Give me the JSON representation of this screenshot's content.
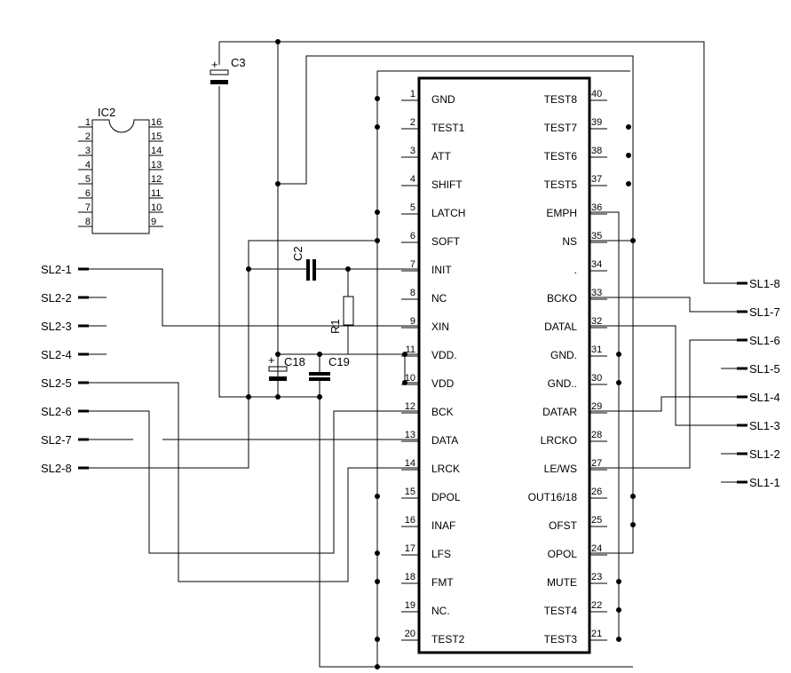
{
  "title": "",
  "main_ic": {
    "left_pins": [
      {
        "num": "1",
        "name": "GND"
      },
      {
        "num": "2",
        "name": "TEST1"
      },
      {
        "num": "3",
        "name": "ATT"
      },
      {
        "num": "4",
        "name": "SHIFT"
      },
      {
        "num": "5",
        "name": "LATCH"
      },
      {
        "num": "6",
        "name": "SOFT"
      },
      {
        "num": "7",
        "name": "INIT"
      },
      {
        "num": "8",
        "name": "NC"
      },
      {
        "num": "9",
        "name": "XIN"
      },
      {
        "num": "11",
        "name": "VDD."
      },
      {
        "num": "10",
        "name": "VDD"
      },
      {
        "num": "12",
        "name": "BCK"
      },
      {
        "num": "13",
        "name": "DATA"
      },
      {
        "num": "14",
        "name": "LRCK"
      },
      {
        "num": "15",
        "name": "DPOL"
      },
      {
        "num": "16",
        "name": "INAF"
      },
      {
        "num": "17",
        "name": "LFS"
      },
      {
        "num": "18",
        "name": "FMT"
      },
      {
        "num": "19",
        "name": "NC."
      },
      {
        "num": "20",
        "name": "TEST2"
      }
    ],
    "right_pins": [
      {
        "num": "40",
        "name": "TEST8"
      },
      {
        "num": "39",
        "name": "TEST7"
      },
      {
        "num": "38",
        "name": "TEST6"
      },
      {
        "num": "37",
        "name": "TEST5"
      },
      {
        "num": "36",
        "name": "EMPH"
      },
      {
        "num": "35",
        "name": "NS"
      },
      {
        "num": "34",
        "name": "."
      },
      {
        "num": "33",
        "name": "BCKO"
      },
      {
        "num": "32",
        "name": "DATAL"
      },
      {
        "num": "31",
        "name": "GND."
      },
      {
        "num": "30",
        "name": "GND.."
      },
      {
        "num": "29",
        "name": "DATAR"
      },
      {
        "num": "28",
        "name": "LRCKO"
      },
      {
        "num": "27",
        "name": "LE/WS"
      },
      {
        "num": "26",
        "name": "OUT16/18"
      },
      {
        "num": "25",
        "name": "OFST"
      },
      {
        "num": "24",
        "name": "OPOL"
      },
      {
        "num": "23",
        "name": "MUTE"
      },
      {
        "num": "22",
        "name": "TEST4"
      },
      {
        "num": "21",
        "name": "TEST3"
      }
    ]
  },
  "ic2": {
    "label": "IC2",
    "left_nums": [
      "1",
      "2",
      "3",
      "4",
      "5",
      "6",
      "7",
      "8"
    ],
    "right_nums": [
      "16",
      "15",
      "14",
      "13",
      "12",
      "11",
      "10",
      "9"
    ]
  },
  "components": {
    "c3": "C3",
    "c2": "C2",
    "r1": "R1",
    "c18": "C18",
    "c19": "C19",
    "plus": "+"
  },
  "connectors": {
    "sl2": [
      "SL2-1",
      "SL2-2",
      "SL2-3",
      "SL2-4",
      "SL2-5",
      "SL2-6",
      "SL2-7",
      "SL2-8"
    ],
    "sl1": [
      "SL1-8",
      "SL1-7",
      "SL1-6",
      "SL1-5",
      "SL1-4",
      "SL1-3",
      "SL1-2",
      "SL1-1"
    ]
  }
}
